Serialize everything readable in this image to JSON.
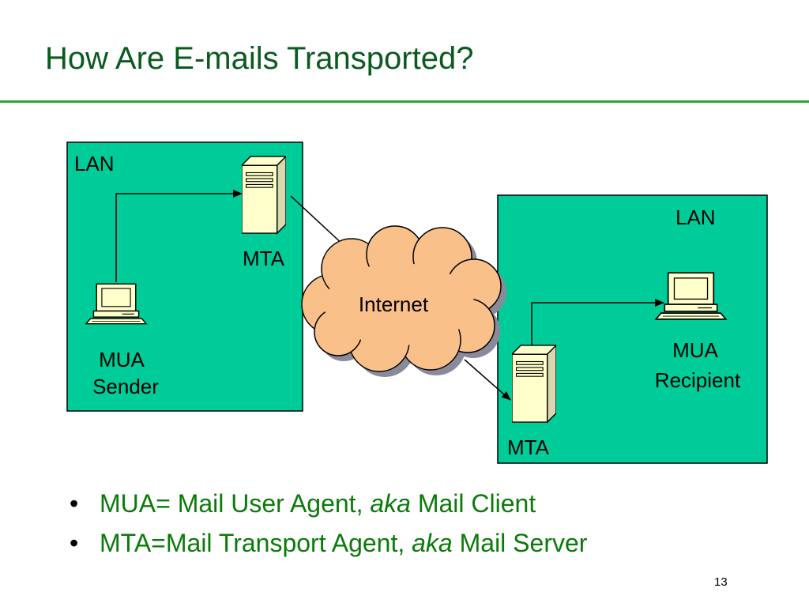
{
  "slide": {
    "title": "How Are E-mails Transported?",
    "page_number": "13"
  },
  "colors": {
    "title_text": "#0b5a20",
    "title_rule": "#2ea52e",
    "lan_fill": "#00cc99",
    "cloud_fill": "#f9c08a",
    "cloud_shadow": "#8a8a9a",
    "device_fill": "#ffffcc",
    "bullet_text": "#0b7a0b"
  },
  "diagram": {
    "left_lan": {
      "label": "LAN",
      "server_label": "MTA",
      "client_label_line1": "MUA",
      "client_label_line2": "Sender"
    },
    "right_lan": {
      "label": "LAN",
      "server_label": "MTA",
      "client_label_line1": "MUA",
      "client_label_line2": "Recipient"
    },
    "cloud": {
      "label": "Internet"
    }
  },
  "bullets": [
    {
      "before": "MUA= Mail User Agent, ",
      "emphasis": "aka",
      "after": " Mail Client"
    },
    {
      "before": "MTA=Mail Transport Agent, ",
      "emphasis": "aka",
      "after": " Mail Server"
    }
  ]
}
